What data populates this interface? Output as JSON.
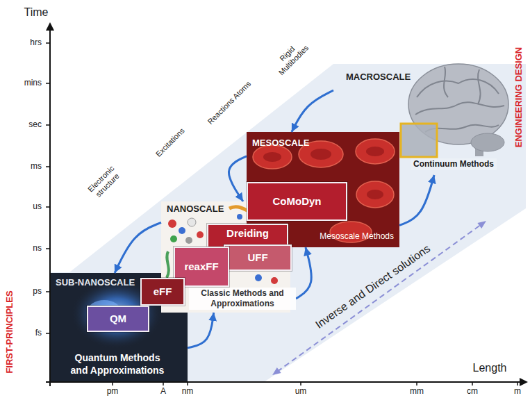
{
  "diagram": {
    "nodes": [
      {
        "text": [
          "MACROSCALE",
          "Continuum Methods"
        ]
      },
      {
        "text": [
          "MESOSCALE",
          "Mesoscale Methods"
        ]
      },
      {
        "text": [
          "CoMoDyn"
        ],
        "in": 1
      },
      {
        "text": [
          "NANOSCALE",
          "Classic Methods and Approximations"
        ]
      },
      {
        "text": [
          "Dreiding"
        ]
      },
      {
        "text": [
          "UFF"
        ]
      },
      {
        "text": [
          "reaxFF"
        ]
      },
      {
        "text": [
          "SUB-NANOSCALE",
          "Quantum Methods and Approximations"
        ]
      },
      {
        "text": [
          "eFF"
        ]
      },
      {
        "text": [
          "QM"
        ],
        "in": 7
      }
    ],
    "edges": [
      {
        "from": 0,
        "to": 1,
        "arrow": "to"
      },
      {
        "from": 1,
        "to": 3,
        "arrow": "to"
      },
      {
        "from": 3,
        "to": 7,
        "arrow": "to"
      },
      {
        "from": 7,
        "to": 3,
        "arrow": "to"
      },
      {
        "from": 3,
        "to": 1,
        "arrow": "to"
      },
      {
        "from": 1,
        "to": 0,
        "arrow": "to"
      }
    ],
    "labels": [
      "Time",
      "hrs",
      "mins",
      "sec",
      "ms",
      "us",
      "ns",
      "ps",
      "fs",
      "Length",
      "pm",
      "A",
      "nm",
      "um",
      "mm",
      "cm",
      "m",
      "FIRST-PRINCIPLES",
      "ENGINEERING DESIGN",
      "Electronic structure",
      "Excitations",
      "Reactions Atoms",
      "Rigid Multibodies",
      "Inverse and Direct solutions"
    ]
  }
}
